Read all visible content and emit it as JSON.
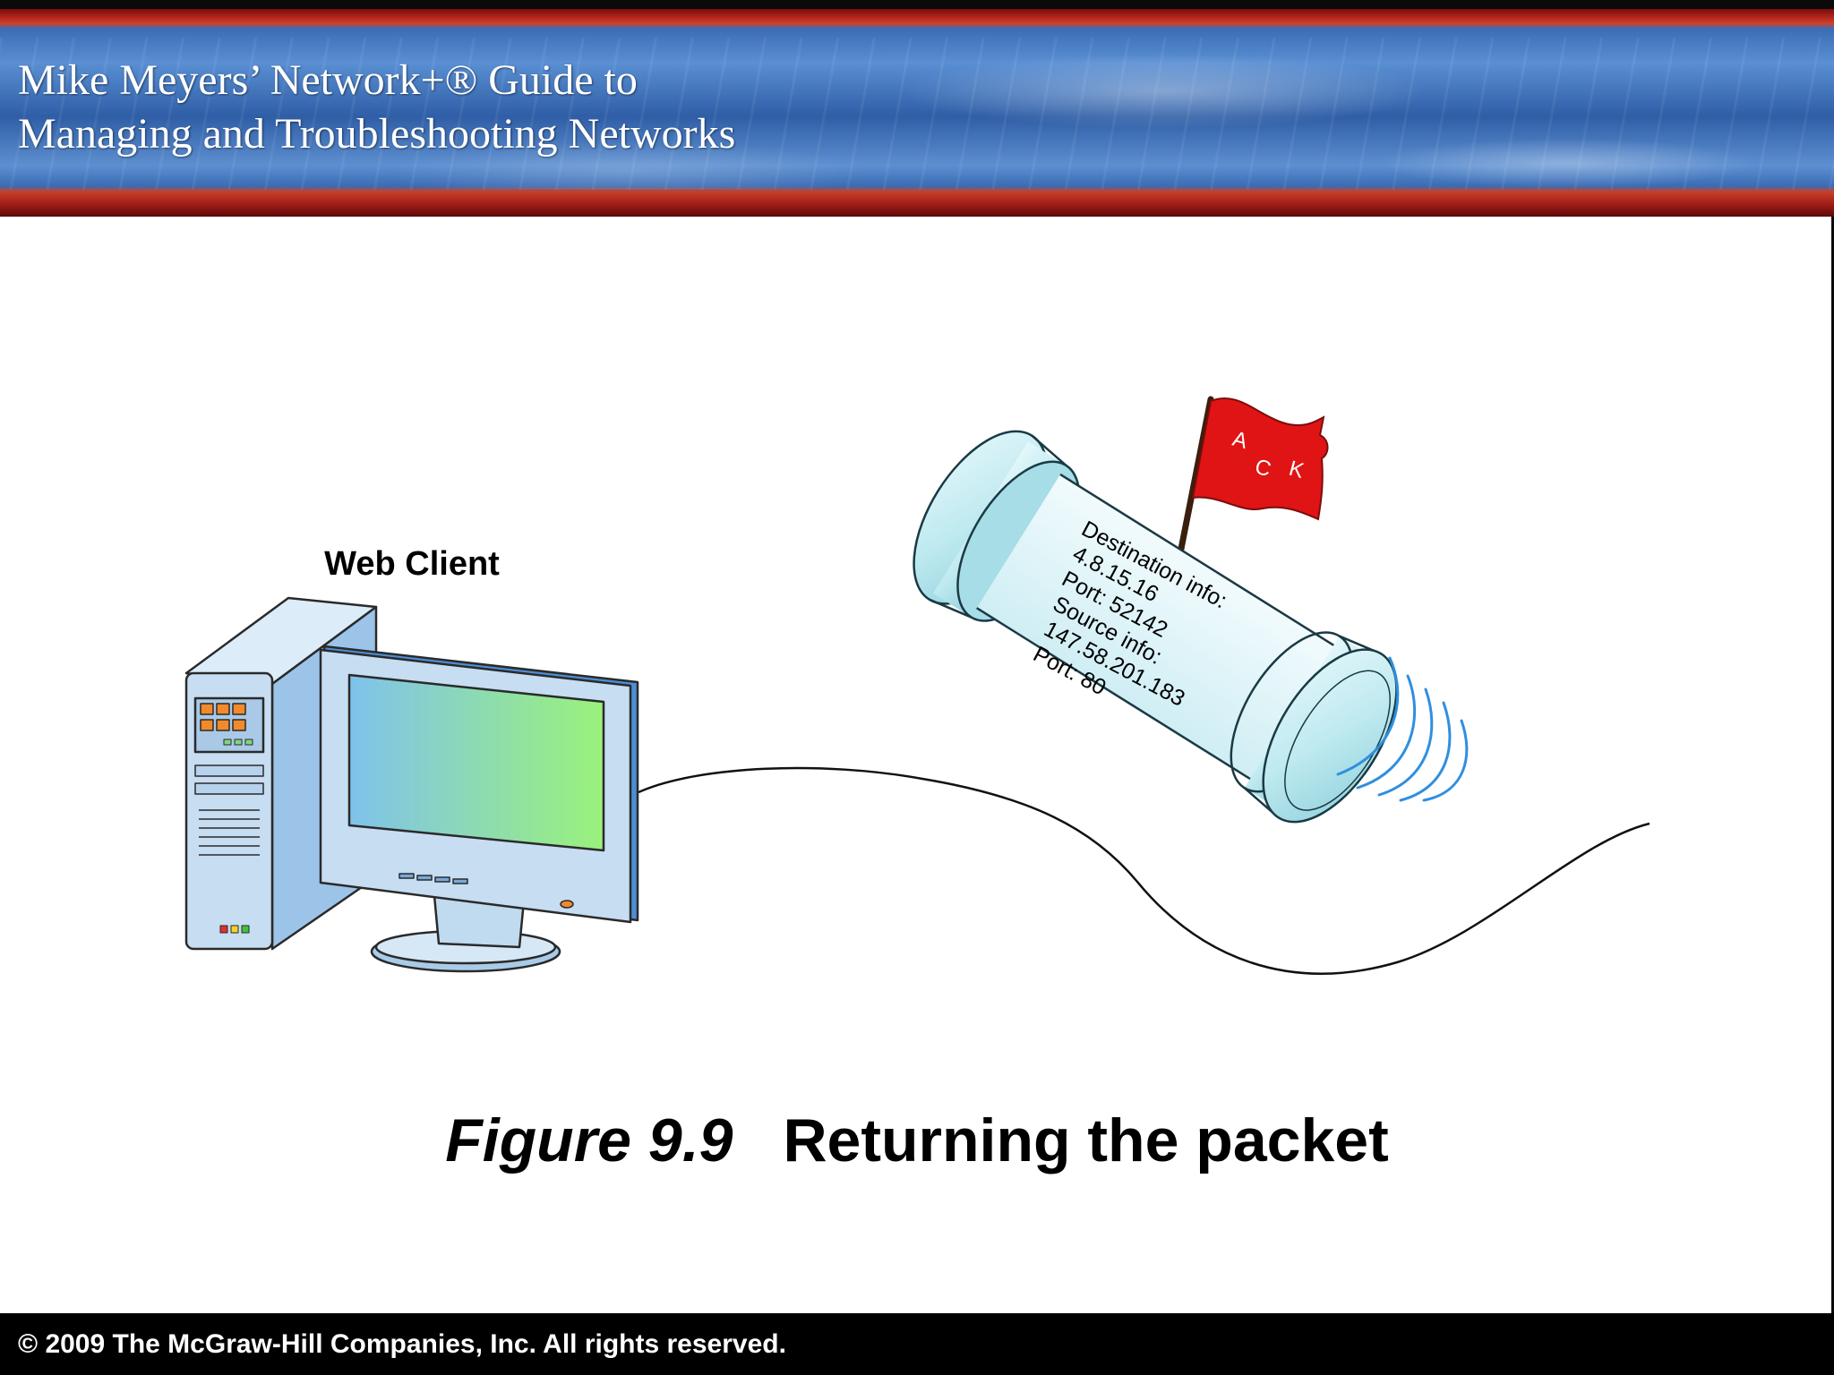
{
  "header": {
    "title_line1": "Mike Meyers’ Network+® Guide to",
    "title_line2": "Managing and Troubleshooting Networks"
  },
  "diagram": {
    "client_label": "Web Client",
    "flag_letters": [
      "A",
      "C",
      "K"
    ],
    "packet_lines": [
      "Destination info:",
      "4.8.15.16",
      "Port: 52142",
      "Source info:",
      "147.58.201.183",
      "Port: 80"
    ]
  },
  "caption": {
    "figure": "Figure 9.9",
    "title": "Returning the packet"
  },
  "footer": {
    "copyright": "© 2009 The McGraw-Hill Companies, Inc. All rights reserved."
  },
  "colors": {
    "banner_blue": "#3b6db5",
    "banner_red": "#b4281e",
    "flag_red": "#e01414",
    "screen_green": "#90ec78",
    "packet_cyan": "#bfeaf0"
  }
}
